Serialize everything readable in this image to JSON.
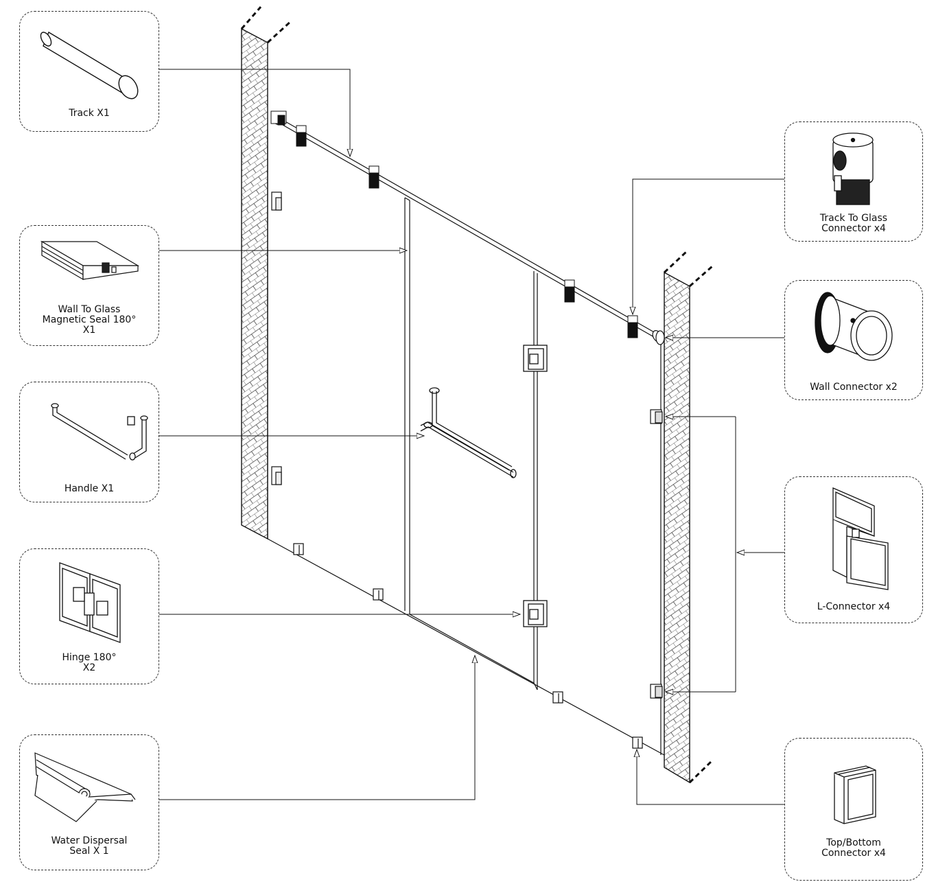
{
  "components": {
    "track": {
      "label": "Track X1",
      "icon": "track-tube-icon"
    },
    "magnetic_seal": {
      "label_lines": [
        "Wall To Glass",
        "Magnetic Seal 180°",
        "X1"
      ],
      "icon": "magnetic-seal-profile-icon"
    },
    "handle": {
      "label": "Handle X1",
      "icon": "handle-bar-icon"
    },
    "hinge": {
      "label_lines": [
        "Hinge 180°",
        "X2"
      ],
      "icon": "hinge-icon"
    },
    "water_seal": {
      "label_lines": [
        "Water Dispersal",
        "Seal X 1"
      ],
      "icon": "water-seal-profile-icon"
    },
    "track_connector": {
      "label_lines": [
        "Track To Glass",
        "Connector x4"
      ],
      "icon": "track-connector-icon"
    },
    "wall_connector": {
      "label": "Wall Connector x2",
      "icon": "wall-connector-icon"
    },
    "l_connector": {
      "label": "L-Connector x4",
      "icon": "l-connector-icon"
    },
    "tb_connector": {
      "label_lines": [
        "Top/Bottom",
        "Connector x4"
      ],
      "icon": "top-bottom-connector-icon"
    }
  },
  "colors": {
    "line": "#111111",
    "dash": "#333333",
    "hatch": "#333333"
  }
}
